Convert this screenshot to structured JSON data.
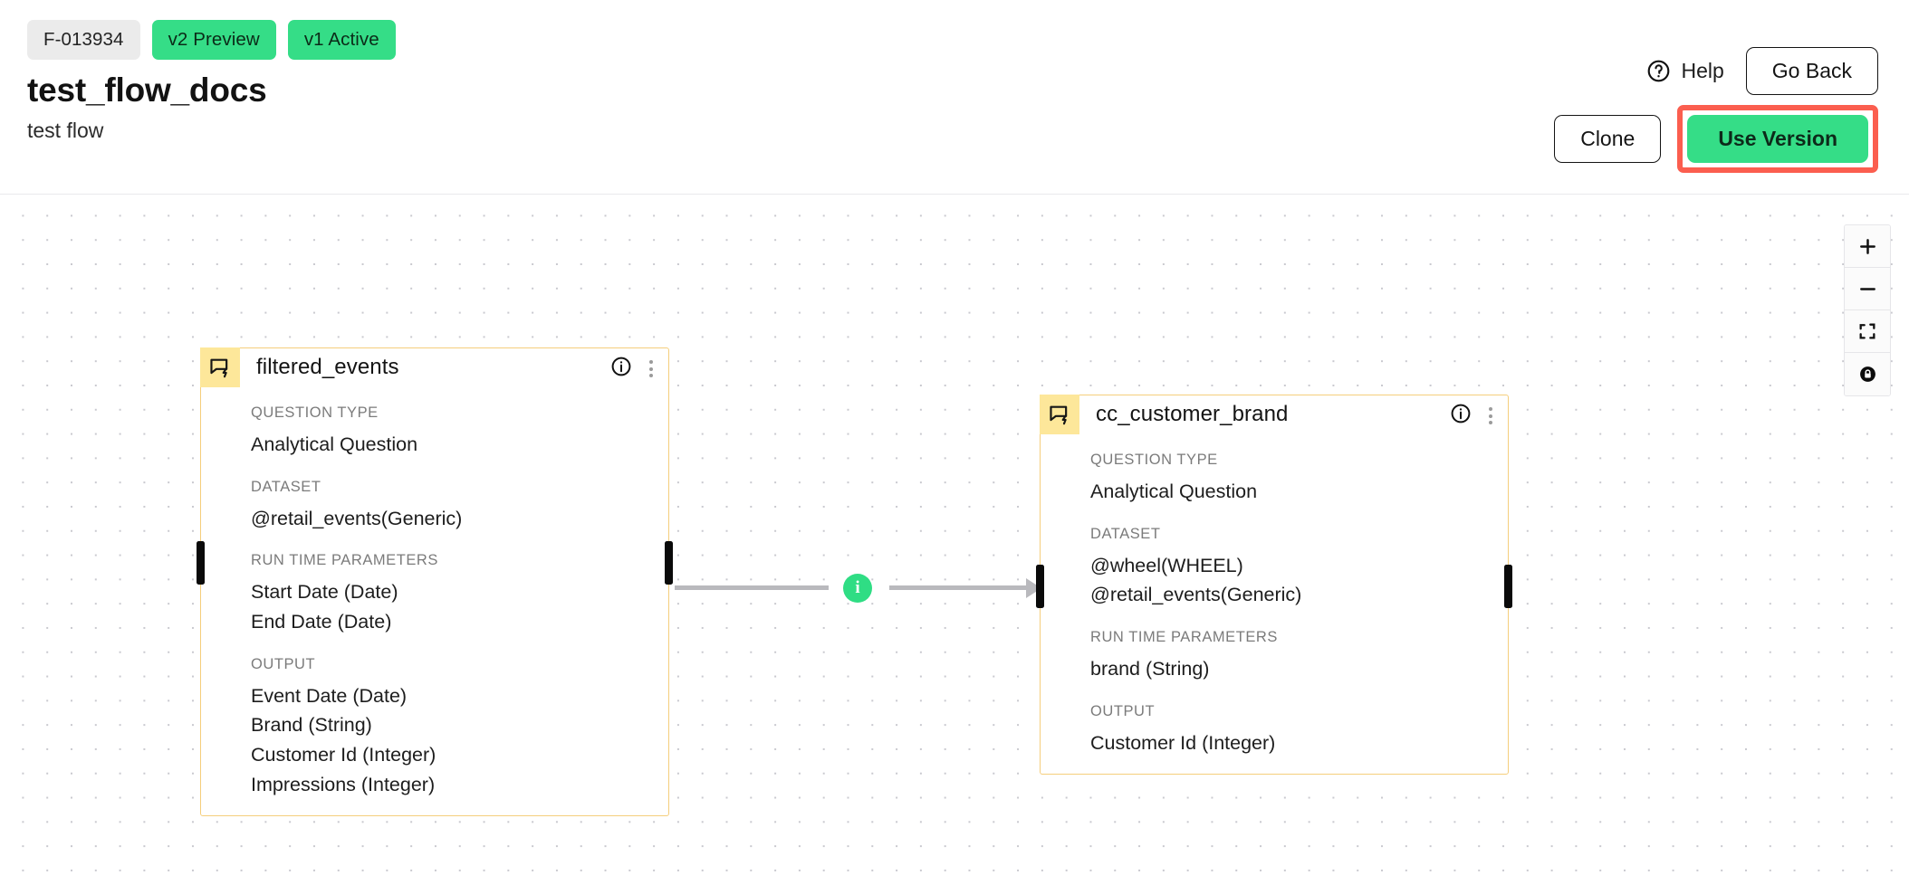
{
  "header": {
    "badges": [
      {
        "text": "F-013934",
        "style": "id"
      },
      {
        "text": "v2 Preview",
        "style": "green"
      },
      {
        "text": "v1 Active",
        "style": "green"
      }
    ],
    "title": "test_flow_docs",
    "subtitle": "test flow",
    "help_label": "Help",
    "go_back_label": "Go Back",
    "clone_label": "Clone",
    "use_version_label": "Use Version",
    "highlight_color": "#fb5e4f",
    "accent_green": "#35dd87"
  },
  "canvas": {
    "nodes": [
      {
        "title": "filtered_events",
        "fields": [
          {
            "label": "QUESTION TYPE",
            "values": [
              "Analytical Question"
            ]
          },
          {
            "label": "DATASET",
            "values": [
              "@retail_events(Generic)"
            ]
          },
          {
            "label": "RUN TIME PARAMETERS",
            "values": [
              "Start Date (Date)",
              "End Date (Date)"
            ]
          },
          {
            "label": "OUTPUT",
            "values": [
              "Event Date (Date)",
              "Brand (String)",
              "Customer Id (Integer)",
              "Impressions (Integer)"
            ]
          }
        ]
      },
      {
        "title": "cc_customer_brand",
        "fields": [
          {
            "label": "QUESTION TYPE",
            "values": [
              "Analytical Question"
            ]
          },
          {
            "label": "DATASET",
            "values": [
              "@wheel(WHEEL)",
              "@retail_events(Generic)"
            ]
          },
          {
            "label": "RUN TIME PARAMETERS",
            "values": [
              "brand (String)"
            ]
          },
          {
            "label": "OUTPUT",
            "values": [
              "Customer Id (Integer)"
            ]
          }
        ]
      }
    ],
    "edge_badge_label": "i",
    "zoom_controls": [
      {
        "icon": "plus-icon"
      },
      {
        "icon": "minus-icon"
      },
      {
        "icon": "fit-view-icon"
      },
      {
        "icon": "lock-icon"
      }
    ]
  }
}
